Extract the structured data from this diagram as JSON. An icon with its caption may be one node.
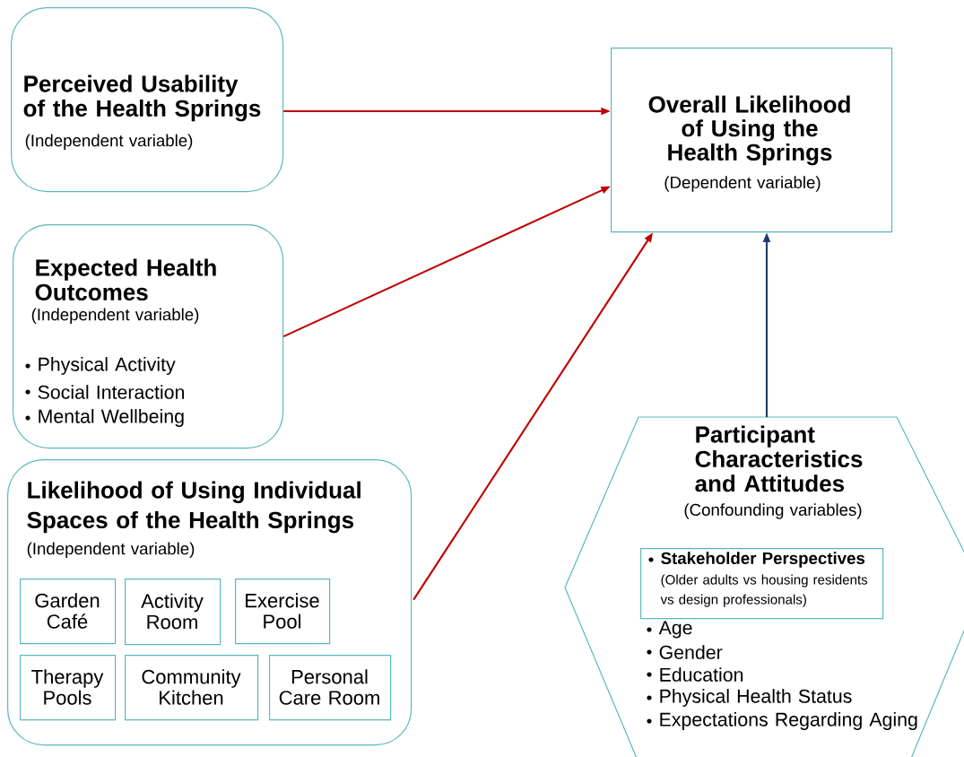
{
  "diagram": {
    "nodes": [
      {
        "text": [
          "Perceived Usability of the Health Springs",
          "(Independent variable)"
        ]
      },
      {
        "text": [
          "Expected Health Outcomes",
          "(Independent variable)",
          "Physical Activity",
          "Social Interaction",
          "Mental Wellbeing"
        ]
      },
      {
        "text": [
          "Likelihood of Using Individual Spaces of the Health Springs",
          "(Independent variable)"
        ]
      },
      {
        "text": [
          "Garden Café"
        ],
        "in": 2
      },
      {
        "text": [
          "Activity Room"
        ],
        "in": 2
      },
      {
        "text": [
          "Exercise Pool"
        ],
        "in": 2
      },
      {
        "text": [
          "Therapy Pools"
        ],
        "in": 2
      },
      {
        "text": [
          "Community Kitchen"
        ],
        "in": 2
      },
      {
        "text": [
          "Personal Care Room"
        ],
        "in": 2
      },
      {
        "text": [
          "Overall Likelihood of Using the Health Springs",
          "(Dependent variable)"
        ]
      },
      {
        "text": [
          "Participant Characteristics and Attitudes",
          "(Confounding variables)",
          "Age",
          "Gender",
          "Education",
          "Physical Health Status",
          "Expectations Regarding Aging"
        ]
      },
      {
        "text": [
          "Stakeholder Perspectives",
          "(Older adults vs housing residents vs design professionals)"
        ],
        "in": 10
      }
    ],
    "edges": [
      {
        "from": 0,
        "to": 9,
        "arrow": "to"
      },
      {
        "from": 1,
        "to": 9,
        "arrow": "to"
      },
      {
        "from": 2,
        "to": 9,
        "arrow": "to"
      },
      {
        "from": 10,
        "to": 9,
        "arrow": "to",
        "color": "#1f3a6e"
      }
    ]
  }
}
